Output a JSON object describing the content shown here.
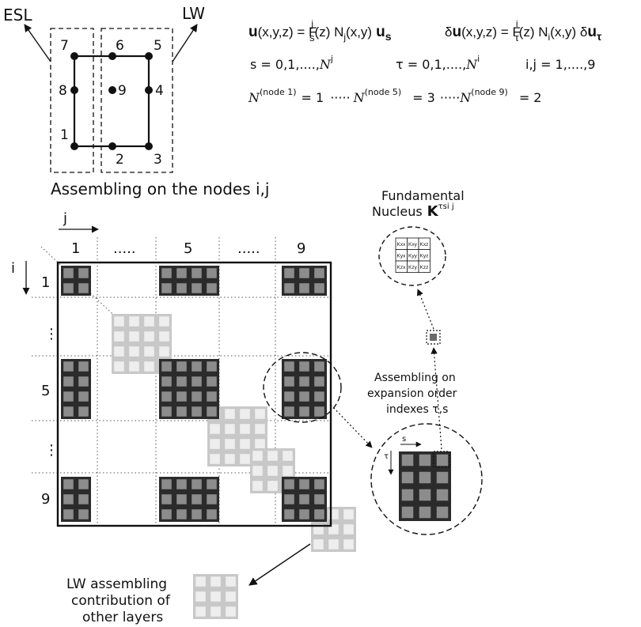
{
  "element_labels": {
    "esl": "ESL",
    "lw": "LW",
    "nodes": [
      "1",
      "2",
      "3",
      "4",
      "5",
      "6",
      "7",
      "8",
      "9"
    ]
  },
  "equations": {
    "displacement": {
      "vec_u": "u",
      "args": "(x,y,z) = F",
      "F_sup": "j",
      "F_sub": "s",
      "mid": "(z) N",
      "N_sub": "j",
      "end": "(x,y)",
      "vec_us": "u",
      "us_sub": "s"
    },
    "virtual": {
      "delta": "δ",
      "vec_u": "u",
      "args": "(x,y,z) = F",
      "F_sup": "i",
      "F_sub": "τ",
      "mid": "(z) N",
      "N_sub": "i",
      "end": "(x,y) δ",
      "vec_ut": "u",
      "ut_sub": "τ"
    },
    "index_s": {
      "lhs": "s = 0,1,....,",
      "sym": "N",
      "sup": "j"
    },
    "index_tau": {
      "lhs": "τ = 0,1,....,",
      "sym": "N",
      "sup": "i"
    },
    "index_ij": "i,j = 1,....,9",
    "order_row": {
      "sym": "N",
      "node1_sup": "(node 1)",
      "node1_val": "= 1",
      "dots": "·····",
      "node5_sup": "(node 5)",
      "node5_val": "= 3",
      "dots2": "·····",
      "node9_sup": "(node 9)",
      "node9_val": "= 2"
    }
  },
  "assembly": {
    "title": "Assembling on the nodes i,j",
    "j_label": "j",
    "i_label": "i",
    "col_headers": [
      "1",
      ".....",
      "5",
      ".....",
      "9"
    ],
    "row_headers": [
      "1",
      "⋮",
      "5",
      "⋮",
      "9"
    ]
  },
  "nucleus": {
    "title_line1": "Fundamental",
    "title_line2": "Nucleus",
    "symbol": "K",
    "symbol_sup": "τsi j",
    "cells": [
      "Kxx",
      "Kxy",
      "Kxz",
      "Kyx",
      "Kyy",
      "Kyz",
      "Kzx",
      "Kzy",
      "Kzz"
    ]
  },
  "expansion": {
    "caption": [
      "Assembling on",
      "expansion order",
      "indexes τ,s"
    ],
    "s_label": "s",
    "tau_label": "τ"
  },
  "lw_note": {
    "lines": [
      "LW assembling",
      "contribution of",
      "other layers"
    ]
  },
  "colors": {
    "dark_block": "#2b2b2b",
    "inner_square": "#8c8c8c",
    "light_block": "#c8c8c8",
    "light_inner": "#eeeeee"
  }
}
